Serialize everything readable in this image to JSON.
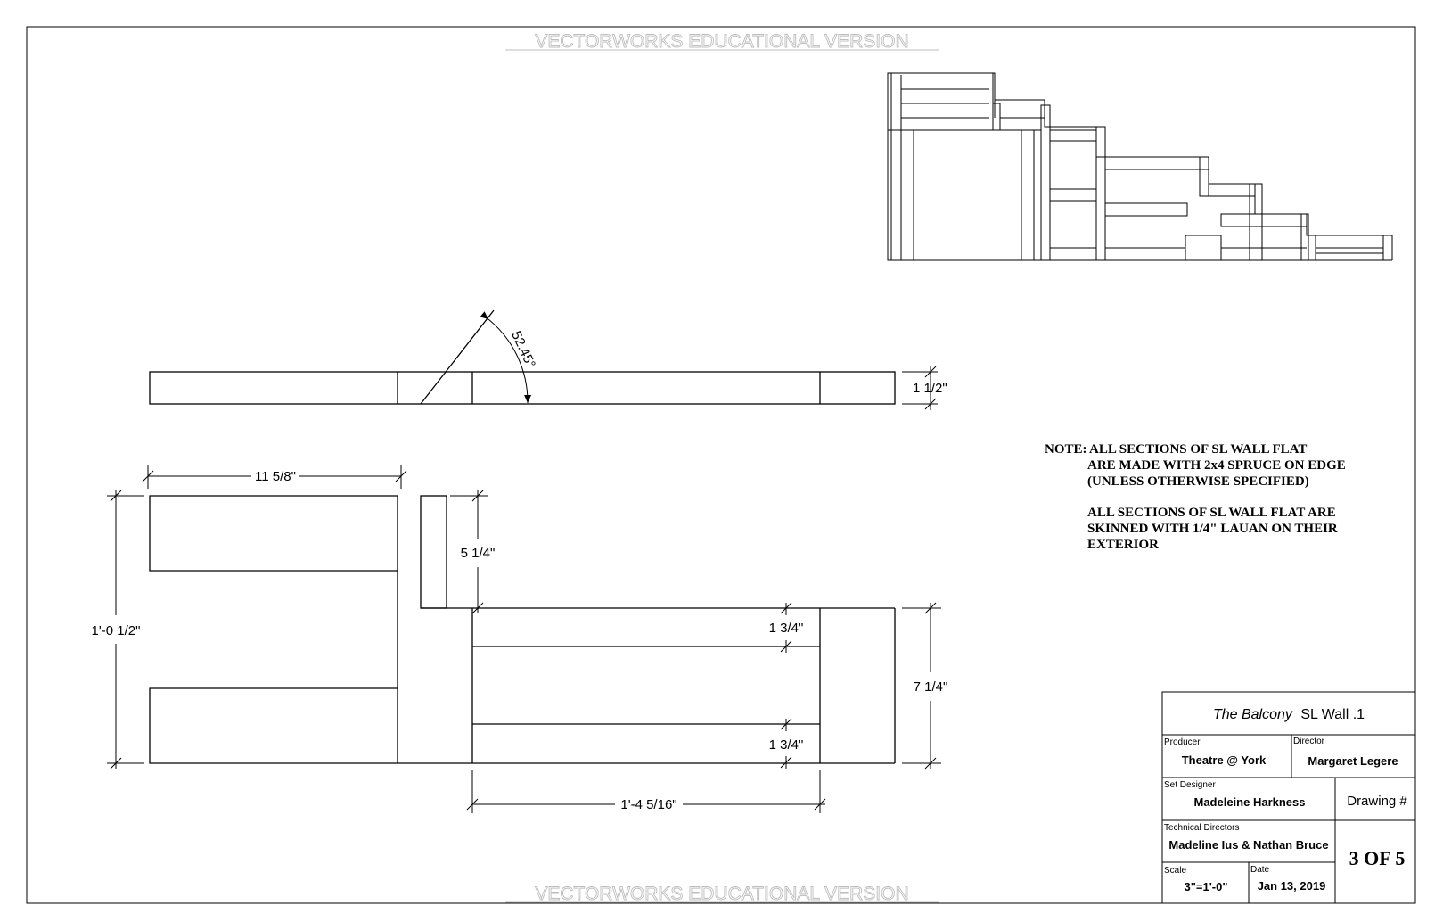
{
  "watermark": "VECTORWORKS EDUCATIONAL VERSION",
  "dimensions": {
    "top_thickness": "1 1/2\"",
    "angle": "52.45°",
    "width_left": "11 5/8\"",
    "height_total": "1'-0 1/2\"",
    "notch": "5 1/4\"",
    "rail_top": "1 3/4\"",
    "rail_bottom": "1 3/4\"",
    "height_right": "7 1/4\"",
    "width_right": "1'-4 5/16\""
  },
  "note": {
    "lead": "NOTE:",
    "lines": [
      "ALL SECTIONS OF SL WALL  FLAT",
      "ARE  MADE WITH 2x4 SPRUCE ON EDGE",
      "(UNLESS OTHERWISE SPECIFIED)",
      "ALL SECTIONS OF SL WALL FLAT ARE",
      "SKINNED WITH 1/4\" LAUAN ON THEIR",
      "EXTERIOR"
    ]
  },
  "title_block": {
    "title_italic": "The Balcony",
    "title_rest": "SL Wall .1",
    "producer_label": "Producer",
    "producer": "Theatre @ York",
    "director_label": "Director",
    "director": "Margaret Legere",
    "set_designer_label": "Set Designer",
    "set_designer": "Madeleine Harkness",
    "drawing_label": "Drawing #",
    "tech_label": "Technical Directors",
    "tech": "Madeline Ius & Nathan Bruce",
    "scale_label": "Scale",
    "scale": "3\"=1'-0\"",
    "date_label": "Date",
    "date": "Jan 13, 2019",
    "sheet": "3 OF 5"
  }
}
